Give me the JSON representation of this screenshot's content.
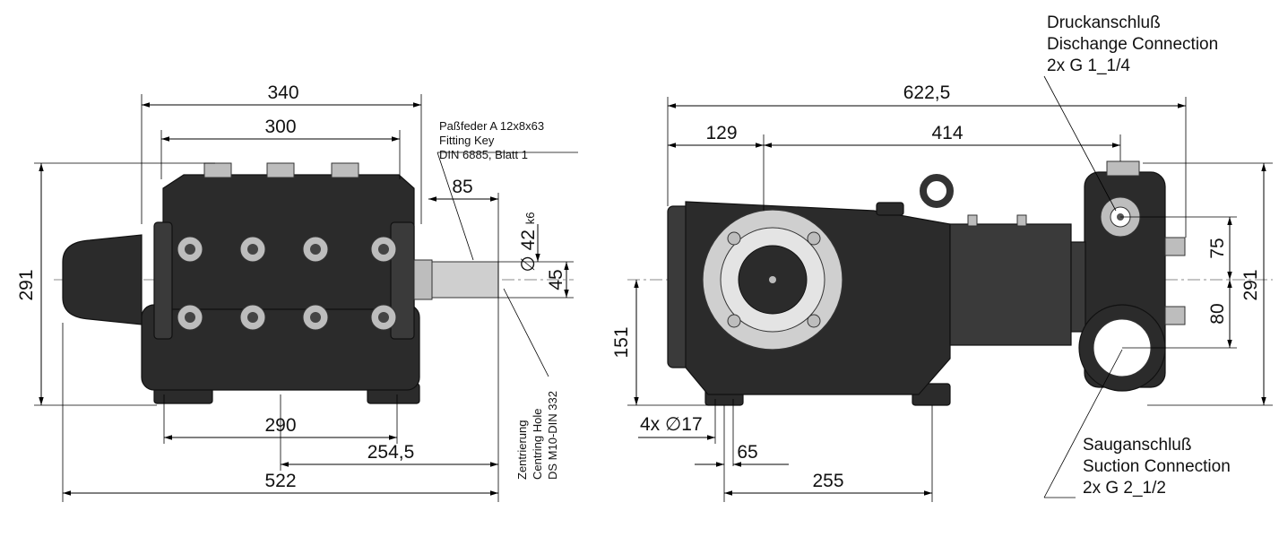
{
  "left_view": {
    "dim_340": "340",
    "dim_300": "300",
    "dim_291": "291",
    "dim_85": "85",
    "dim_shaft_dia": "42",
    "dim_shaft_tol": "k6",
    "dim_45": "45",
    "dim_290": "290",
    "dim_254_5": "254,5",
    "dim_522": "522",
    "key_line1": "Paßfeder A 12x8x63",
    "key_line2": "Fitting Key",
    "key_line3": "DIN 6885, Blatt 1",
    "centring_line1": "Zentrierung",
    "centring_line2": "Centring Hole",
    "centring_line3": "DS M10-DIN 332"
  },
  "right_view": {
    "dim_622_5": "622,5",
    "dim_129": "129",
    "dim_414": "414",
    "dim_75": "75",
    "dim_80": "80",
    "dim_291": "291",
    "dim_151": "151",
    "holes_label": "4x ∅17",
    "dim_65": "65",
    "dim_255": "255",
    "discharge_line1": "Druckanschluß",
    "discharge_line2": "Dischange Connection",
    "discharge_line3": "2x G 1_1/4",
    "suction_line1": "Sauganschluß",
    "suction_line2": "Suction Connection",
    "suction_line3": "2x G 2_1/2"
  }
}
